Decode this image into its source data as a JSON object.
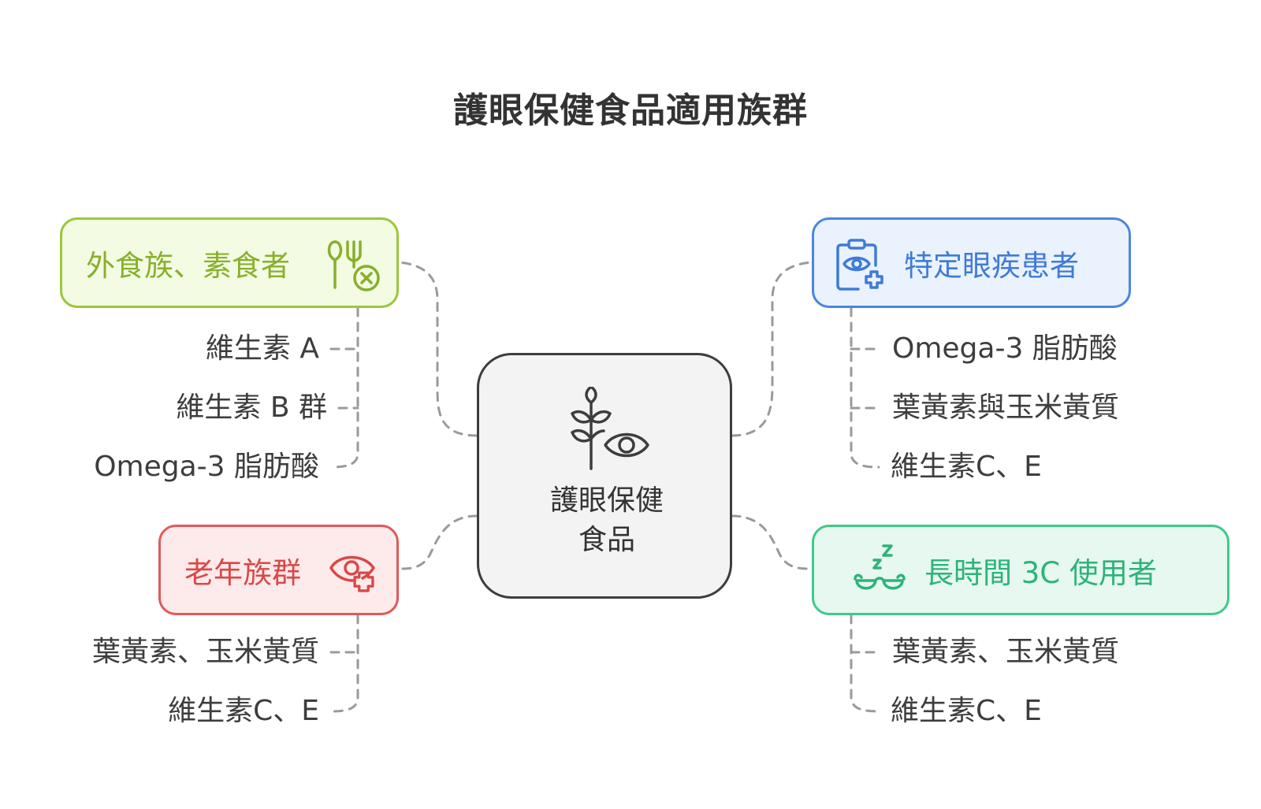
{
  "title": "護眼保健食品適用族群",
  "center": {
    "line1": "護眼保健",
    "line2": "食品"
  },
  "groups": {
    "eating": {
      "label": "外食族、素食者",
      "icon": "fork-knife-cross-icon",
      "color": "#9bc73c",
      "items": [
        "維生素 A",
        "維生素 B 群",
        "Omega-3 脂肪酸"
      ]
    },
    "elder": {
      "label": "老年族群",
      "icon": "eye-plus-icon",
      "color": "#e05a5a",
      "items": [
        "葉黃素、玉米黃質",
        "維生素C、E"
      ]
    },
    "disease": {
      "label": "特定眼疾患者",
      "icon": "clipboard-eye-plus-icon",
      "color": "#4a86e0",
      "items": [
        "Omega-3 脂肪酸",
        "葉黃素與玉米黃質",
        "維生素C、E"
      ]
    },
    "screen": {
      "label": "長時間 3C 使用者",
      "icon": "sleepy-glasses-icon",
      "color": "#3fc98a",
      "items": [
        "葉黃素、玉米黃質",
        "維生素C、E"
      ]
    }
  },
  "center_icon": "wheat-eye-icon"
}
